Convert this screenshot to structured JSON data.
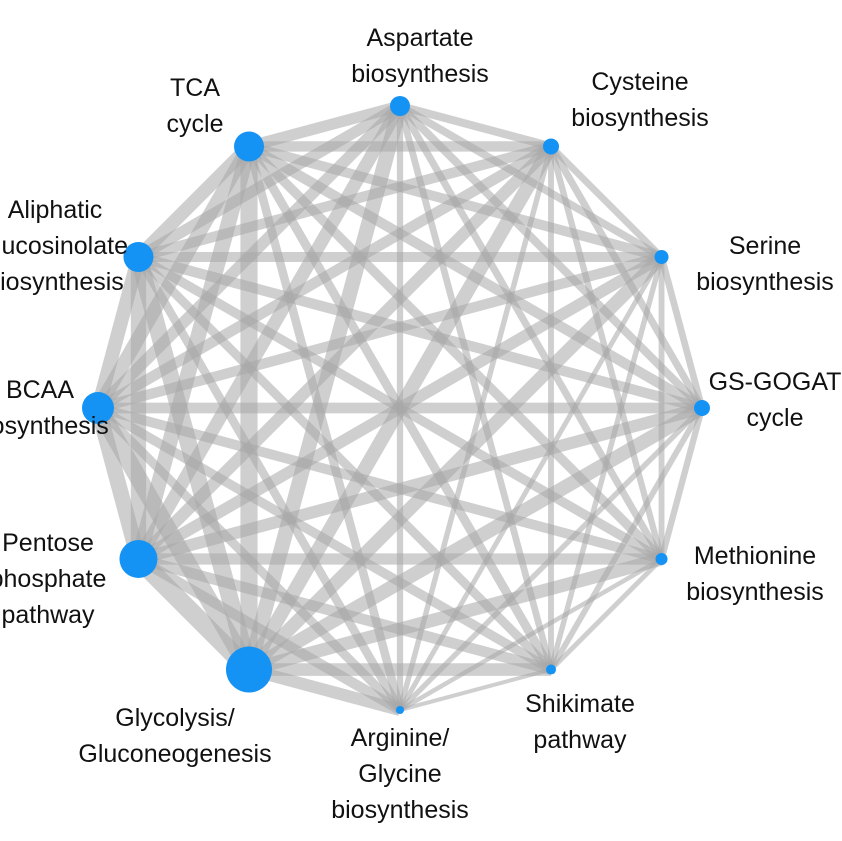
{
  "diagram": {
    "type": "chord-network",
    "node_color": "#1593f5",
    "edge_color": "#a8a8a8",
    "nodes": [
      {
        "id": "aspartate",
        "label_lines": [
          "Aspartate",
          "biosynthesis"
        ],
        "size": 10
      },
      {
        "id": "cysteine",
        "label_lines": [
          "Cysteine",
          "biosynthesis"
        ],
        "size": 8
      },
      {
        "id": "serine",
        "label_lines": [
          "Serine",
          "biosynthesis"
        ],
        "size": 7
      },
      {
        "id": "gsgogat",
        "label_lines": [
          "GS-GOGAT",
          "cycle"
        ],
        "size": 8
      },
      {
        "id": "methionine",
        "label_lines": [
          "Methionine",
          "biosynthesis"
        ],
        "size": 6
      },
      {
        "id": "shikimate",
        "label_lines": [
          "Shikimate",
          "pathway"
        ],
        "size": 5
      },
      {
        "id": "arginine",
        "label_lines": [
          "Arginine/",
          "Glycine",
          "biosynthesis"
        ],
        "size": 4
      },
      {
        "id": "glycolysis",
        "label_lines": [
          "Glycolysis/",
          "Gluconeogenesis"
        ],
        "size": 23
      },
      {
        "id": "pentose",
        "label_lines": [
          "Pentose",
          "phosphate",
          "pathway"
        ],
        "size": 19
      },
      {
        "id": "bcaa",
        "label_lines": [
          "BCAA",
          "biosynthesis"
        ],
        "size": 16
      },
      {
        "id": "aliphatic",
        "label_lines": [
          "Aliphatic",
          "glucosinolate",
          "biosynthesis"
        ],
        "size": 15
      },
      {
        "id": "tca",
        "label_lines": [
          "TCA",
          "cycle"
        ],
        "size": 15
      }
    ],
    "edges": "all-pairs",
    "edge_weight_rule": "proportional to combined node size"
  }
}
